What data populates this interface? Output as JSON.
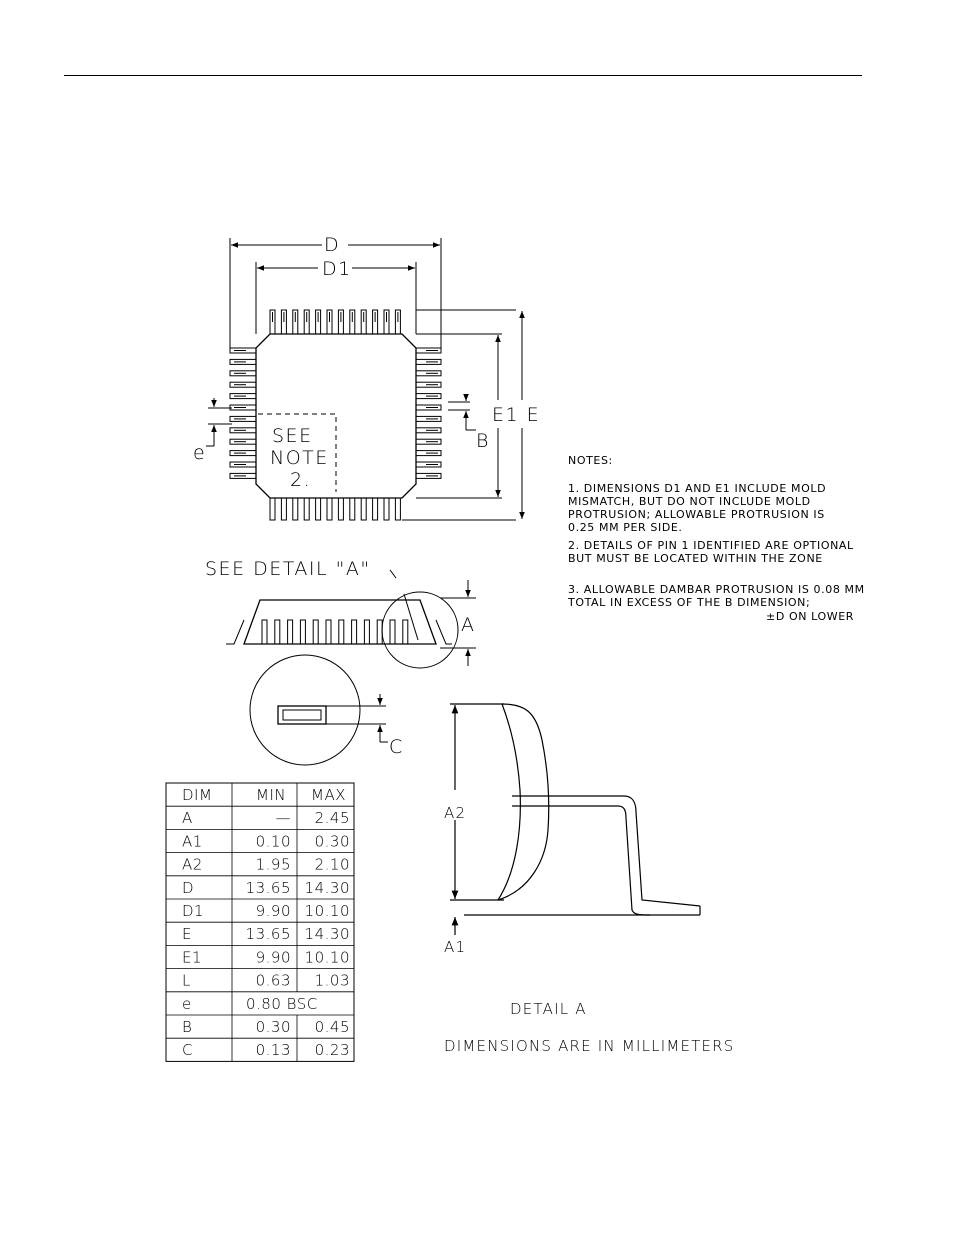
{
  "drawing": {
    "labels": {
      "D": "D",
      "D1": "D1",
      "E1_E": "E1 E",
      "B": "B",
      "e": "e",
      "see_note_line1": "SEE",
      "see_note_line2": "NOTE",
      "see_note_line3": "2.",
      "see_detail": "SEE DETAIL \"A\"",
      "A": "A",
      "C": "C",
      "A2": "A2",
      "A1": "A1",
      "detail_a": "DETAIL A",
      "units_note": "DIMENSIONS ARE IN MILLIMETERS"
    },
    "notes": {
      "heading": "NOTES:",
      "lines": [
        "1.  DIMENSIONS D1 AND E1 INCLUDE MOLD",
        "     MISMATCH, BUT DO NOT INCLUDE MOLD",
        "     PROTRUSION; ALLOWABLE PROTRUSION IS",
        "     0.25 MM PER SIDE.",
        "2.  DETAILS OF PIN 1 IDENTIFIED ARE OPTIONAL",
        "     BUT MUST BE LOCATED WITHIN THE ZONE",
        "3.  ALLOWABLE DAMBAR PROTRUSION IS 0.08 MM",
        "     TOTAL IN EXCESS OF THE B DIMENSION;",
        "±D ON LOWER"
      ]
    }
  },
  "dimension_table": {
    "headers": [
      "DIM",
      "MIN",
      "MAX"
    ],
    "rows": [
      [
        "A",
        "—",
        "2.45"
      ],
      [
        "A1",
        "0.10",
        "0.30"
      ],
      [
        "A2",
        "1.95",
        "2.10"
      ],
      [
        "D",
        "13.65",
        "14.30"
      ],
      [
        "D1",
        "9.90",
        "10.10"
      ],
      [
        "E",
        "13.65",
        "14.30"
      ],
      [
        "E1",
        "9.90",
        "10.10"
      ],
      [
        "L",
        "0.63",
        "1.03"
      ],
      [
        "e",
        "0.80  BSC",
        ""
      ],
      [
        "B",
        "0.30",
        "0.45"
      ],
      [
        "C",
        "0.13",
        "0.23"
      ]
    ]
  }
}
